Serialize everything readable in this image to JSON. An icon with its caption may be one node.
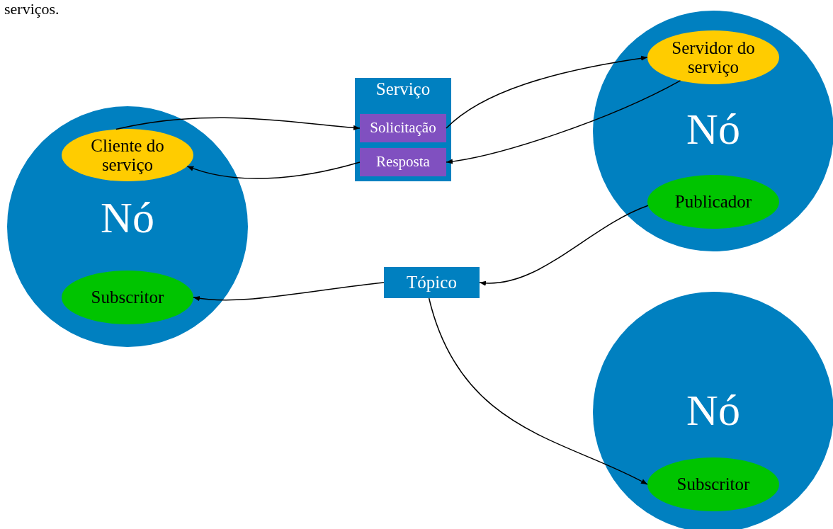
{
  "diagram": {
    "nodes": [
      {
        "text": [
          "Nó"
        ]
      },
      {
        "text": [
          "Cliente do serviço"
        ],
        "in": 0
      },
      {
        "text": [
          "Subscritor"
        ],
        "in": 0
      },
      {
        "text": [
          "Serviço"
        ]
      },
      {
        "text": [
          "Solicitação"
        ],
        "in": 3
      },
      {
        "text": [
          "Resposta"
        ],
        "in": 3
      },
      {
        "text": [
          "Nó"
        ]
      },
      {
        "text": [
          "Servidor do serviço"
        ],
        "in": 6
      },
      {
        "text": [
          "Publicador"
        ],
        "in": 6
      },
      {
        "text": [
          "Tópico"
        ]
      },
      {
        "text": [
          "Nó"
        ]
      },
      {
        "text": [
          "Subscritor"
        ],
        "in": 10
      }
    ],
    "edges": [
      {
        "from": 1,
        "to": 4,
        "arrow": "to"
      },
      {
        "from": 4,
        "to": 7,
        "arrow": "to"
      },
      {
        "from": 7,
        "to": 5,
        "arrow": "to"
      },
      {
        "from": 5,
        "to": 1,
        "arrow": "to"
      },
      {
        "from": 8,
        "to": 9,
        "arrow": "to"
      },
      {
        "from": 9,
        "to": 2,
        "arrow": "to"
      },
      {
        "from": 9,
        "to": 11,
        "arrow": "to"
      }
    ],
    "labels": [
      "serviços."
    ]
  }
}
